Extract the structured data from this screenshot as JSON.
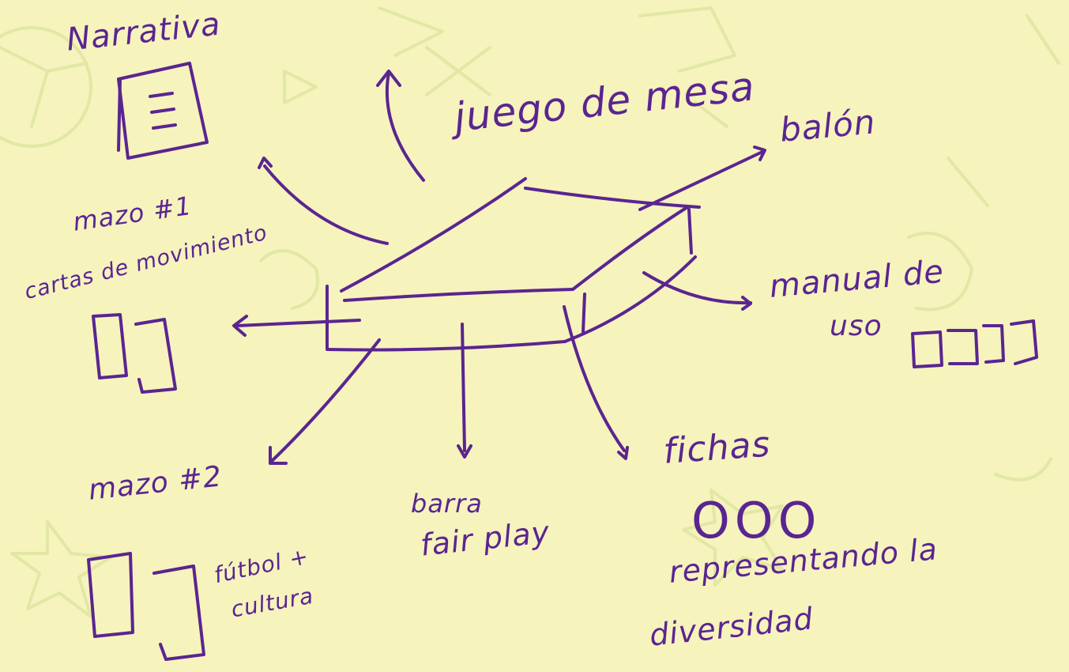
{
  "colors": {
    "background": "#f6f3bd",
    "ink": "#5a2590",
    "decoration": "#e2e8a4"
  },
  "center": {
    "label": "juego de mesa",
    "icon": "board-game-box-icon"
  },
  "labels": {
    "narrativa": "Narrativa",
    "mazo1_title": "mazo #1",
    "mazo1_sub": "cartas de movimiento",
    "mazo2_title": "mazo #2",
    "mazo2_line1": "fútbol +",
    "mazo2_line2": "cultura",
    "balon": "balón",
    "manual_line1": "manual de",
    "manual_line2": "uso",
    "barra_line1": "barra",
    "barra_line2": "fair play",
    "fichas": "fichas",
    "fichas_symbols": "OOO",
    "fichas_desc_line1": "representando la",
    "fichas_desc_line2": "diversidad"
  },
  "icons": [
    "document-icon",
    "cards-icon",
    "folded-manual-icon"
  ]
}
